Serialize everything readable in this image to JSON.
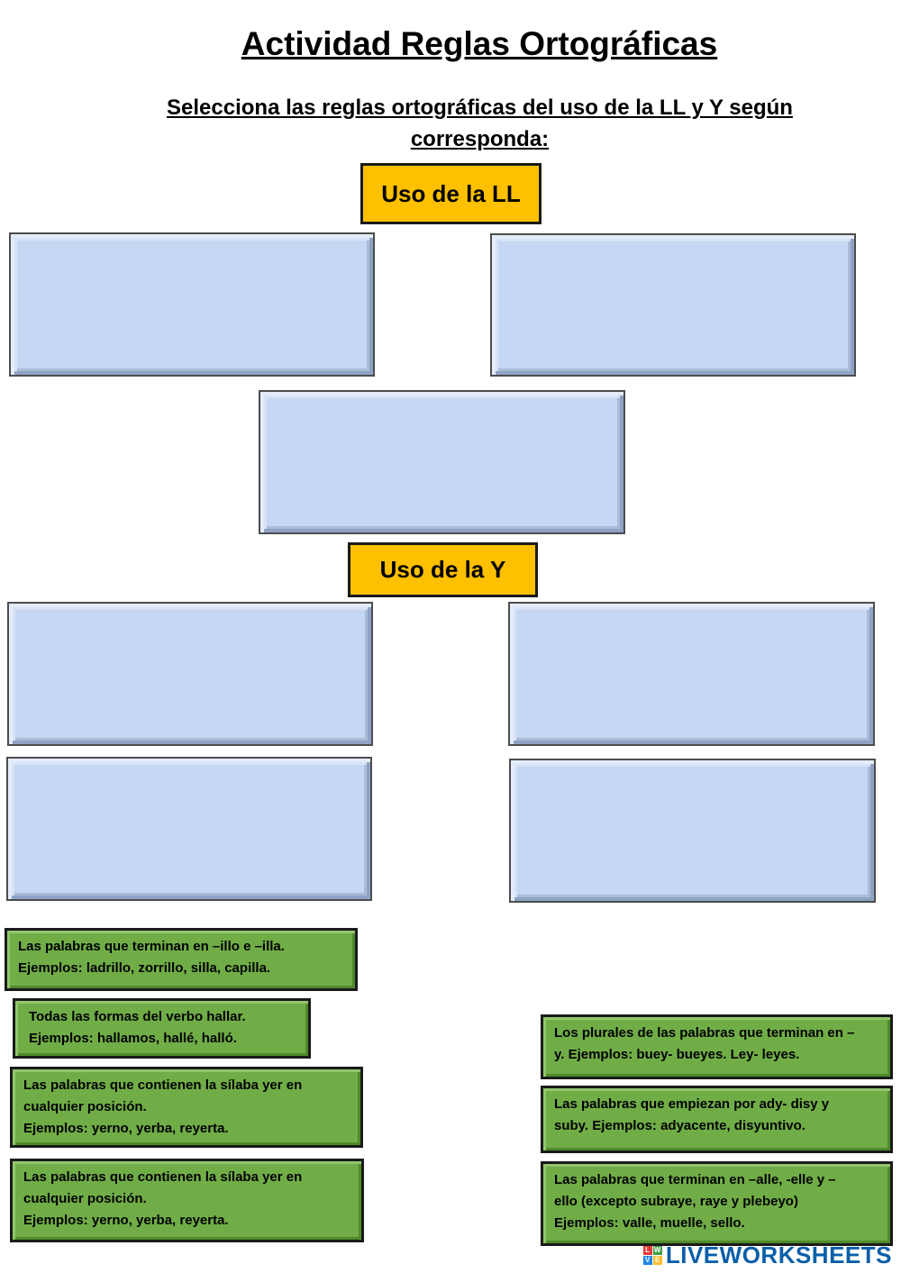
{
  "title": "Actividad Reglas Ortográficas",
  "instruction": "Selecciona las reglas ortográficas del uso de la LL y Y según corresponda:",
  "sections": {
    "ll_header": "Uso de la LL",
    "y_header": "Uso de la Y"
  },
  "cards": [
    "Las palabras que terminan en –illo e –illa.\nEjemplos: ladrillo, zorrillo, silla, capilla.",
    "Todas las formas del verbo hallar.\nEjemplos: hallamos, hallé, halló.",
    "Las palabras que contienen la sílaba yer en\ncualquier posición.\nEjemplos: yerno, yerba, reyerta.",
    "Las palabras que contienen la sílaba yer en\ncualquier posición.\nEjemplos: yerno, yerba, reyerta.",
    "Los plurales de las palabras que terminan en –\ny. Ejemplos: buey- bueyes. Ley- leyes.",
    "Las palabras que empiezan por ady- disy y\nsuby. Ejemplos: adyacente, disyuntivo.",
    "Las palabras que terminan en –alle, -elle y –\nello (excepto subraye, raye y plebeyo)\nEjemplos: valle, muelle, sello."
  ],
  "logo": {
    "text": "LIVEWORKSHEETS",
    "icon_letters": [
      "L",
      "W",
      "V",
      "E"
    ],
    "colors": [
      "#e53935",
      "#43a047",
      "#1e88e5",
      "#fbc02d"
    ]
  }
}
